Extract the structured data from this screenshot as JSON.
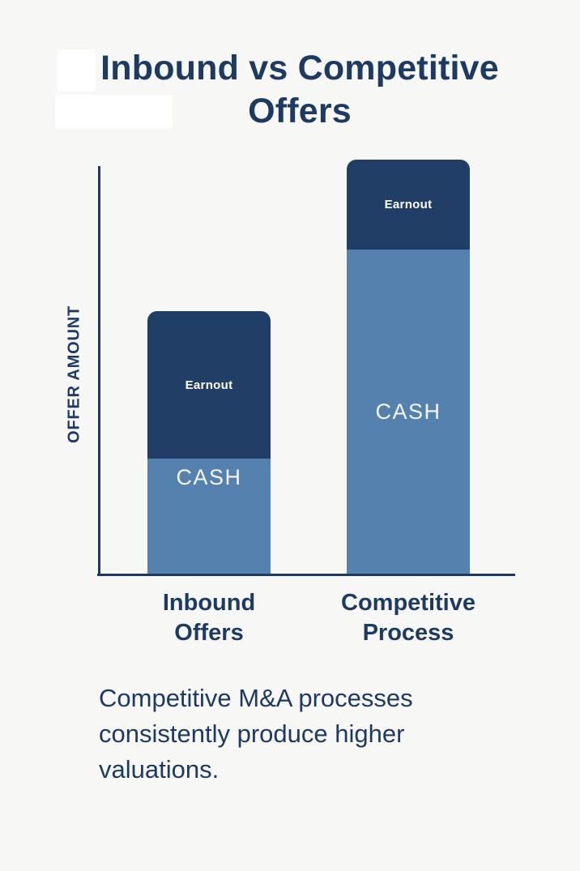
{
  "page": {
    "background_color": "#f7f8f6"
  },
  "title": {
    "line1": "Inbound vs Competitive",
    "line2": "Offers"
  },
  "y_axis": {
    "label": "OFFER AMOUNT"
  },
  "bars": [
    {
      "category_line1": "Inbound",
      "category_line2": "Offers",
      "earnout_label": "Earnout",
      "cash_label": "CASH"
    },
    {
      "category_line1": "Competitive",
      "category_line2": "Process",
      "earnout_label": "Earnout",
      "cash_label": "CASH"
    }
  ],
  "caption": {
    "line1": "Competitive M&A processes",
    "line2": "consistently produce higher",
    "line3": "valuations."
  },
  "colors": {
    "background": "#f7f8f6",
    "navy_text": "#1d3a63",
    "bar_earnout_navy": "#213e66",
    "bar_cash_blue": "#5581af",
    "segment_label_text": "#ffffff"
  },
  "chart_data": {
    "type": "bar",
    "stacked": true,
    "title": "Inbound vs Competitive Offers",
    "categories": [
      "Inbound Offers",
      "Competitive Process"
    ],
    "series": [
      {
        "name": "CASH",
        "values": [
          28,
          79
        ],
        "color": "#5581af"
      },
      {
        "name": "Earnout",
        "values": [
          36,
          22
        ],
        "color": "#213e66"
      }
    ],
    "totals": [
      64,
      101
    ],
    "xlabel": "",
    "ylabel": "OFFER AMOUNT",
    "ylim": [
      0,
      100
    ],
    "units": "relative offer amount (% of y-axis height, estimated; no numeric ticks shown)",
    "grid": false,
    "legend_position": "labels inside bar segments",
    "annotation": "Competitive M&A processes consistently produce higher valuations."
  }
}
